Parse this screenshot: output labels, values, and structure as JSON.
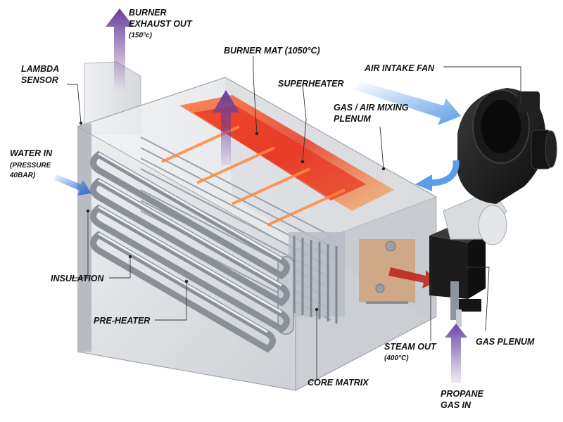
{
  "labels": {
    "burner_exhaust": {
      "line1": "BURNER",
      "line2": "EXHAUST OUT",
      "temp": "(150°c)"
    },
    "burner_mat": "BURNER MAT (1050°C)",
    "lambda_sensor": {
      "line1": "LAMBDA",
      "line2": "SENSOR"
    },
    "superheater": "SUPERHEATER",
    "air_intake_fan": "AIR INTAKE FAN",
    "gas_air_mixing": {
      "line1": "GAS / AIR MIXING",
      "line2": "PLENUM"
    },
    "water_in": {
      "line1": "WATER IN",
      "line2": "(PRESSURE",
      "line3": "40BAR)"
    },
    "insulation": "INSULATION",
    "pre_heater": "PRE-HEATER",
    "steam_out": {
      "line1": "STEAM OUT",
      "temp": "(400°C)"
    },
    "gas_plenum": "GAS PLENUM",
    "core_matrix": "CORE MATRIX",
    "propane": {
      "line1": "PROPANE",
      "line2": "GAS IN"
    }
  },
  "colors": {
    "exhaust_arrow": "#6a3d9a",
    "air_flow_arrow": "#5b9ee6",
    "water_arrow": "#2f6fd6",
    "propane_arrow": "#6b4aa8",
    "steam_arrow": "#c0281f",
    "burner_glow": "#e8321c",
    "fan_body": "#151515",
    "housing": "#c9ccd1"
  }
}
